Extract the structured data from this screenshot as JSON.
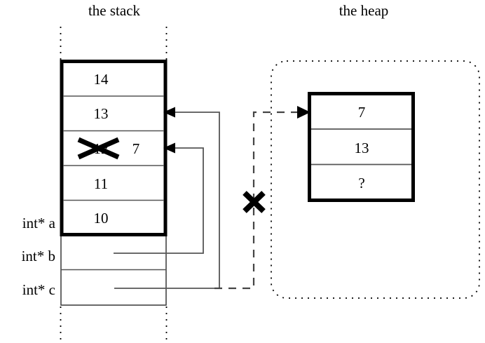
{
  "diagram": {
    "title_stack": "the stack",
    "title_heap": "the heap",
    "stack": {
      "frame_cells": [
        {
          "value": "14",
          "struck": false
        },
        {
          "value": "13",
          "struck": false
        },
        {
          "value": "12",
          "struck": true,
          "replacement": "7"
        },
        {
          "value": "11",
          "struck": false
        },
        {
          "value": "10",
          "struck": false
        }
      ],
      "variable_labels": [
        "int* a",
        "int* b",
        "int* c"
      ],
      "pointer_cells": [
        {
          "label": "int* b",
          "points_to": "12"
        },
        {
          "label": "int* c",
          "points_to": "13"
        }
      ]
    },
    "heap": {
      "cells": [
        {
          "value": "7"
        },
        {
          "value": "13"
        },
        {
          "value": "?"
        }
      ]
    },
    "annotations": {
      "invalidated_pointer_mark": "X",
      "struck_value_mark": "X"
    },
    "colors": {
      "stroke": "#000000",
      "thin_stroke": "#555555",
      "background": "#ffffff"
    }
  }
}
